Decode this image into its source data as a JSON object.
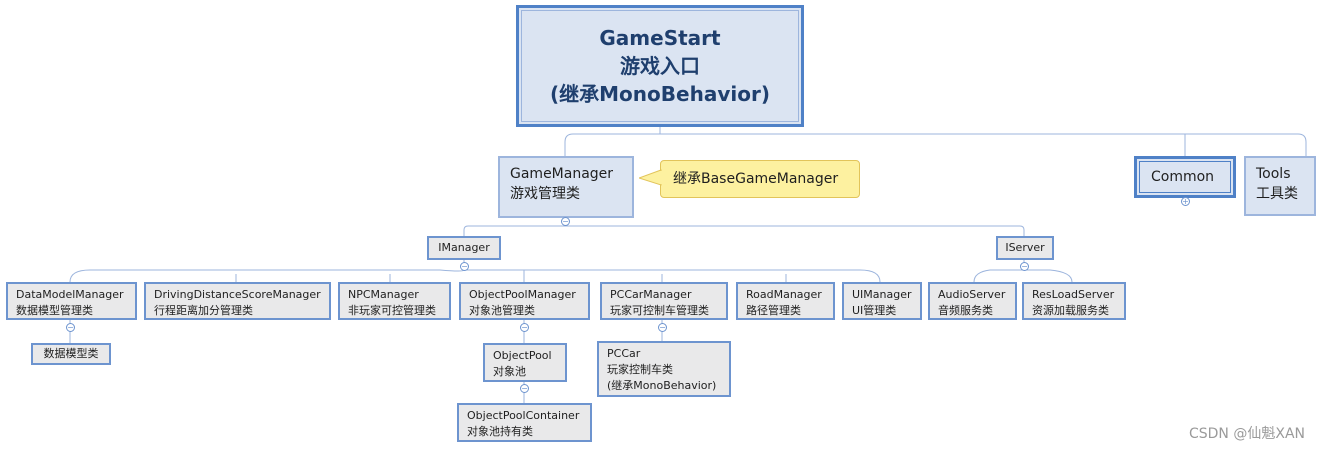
{
  "root": {
    "line1": "GameStart",
    "line2": "游戏入口",
    "line3": "(继承MonoBehavior)"
  },
  "game_manager": {
    "title": "GameManager",
    "subtitle": "游戏管理类"
  },
  "callout": "继承BaseGameManager",
  "common": {
    "title": "Common"
  },
  "tools": {
    "title": "Tools",
    "subtitle": "工具类"
  },
  "imanager": "IManager",
  "iserver": "IServer",
  "managers": [
    {
      "title": "DataModelManager",
      "subtitle": "数据模型管理类"
    },
    {
      "title": "DrivingDistanceScoreManager",
      "subtitle": "行程距离加分管理类"
    },
    {
      "title": "NPCManager",
      "subtitle": "非玩家可控管理类"
    },
    {
      "title": "ObjectPoolManager",
      "subtitle": "对象池管理类"
    },
    {
      "title": "PCCarManager",
      "subtitle": "玩家可控制车管理类"
    },
    {
      "title": "RoadManager",
      "subtitle": "路径管理类"
    },
    {
      "title": "UIManager",
      "subtitle": "UI管理类"
    }
  ],
  "servers": [
    {
      "title": "AudioServer",
      "subtitle": "音频服务类"
    },
    {
      "title": "ResLoadServer",
      "subtitle": "资源加载服务类"
    }
  ],
  "data_model": "数据模型类",
  "object_pool": {
    "title": "ObjectPool",
    "subtitle": "对象池"
  },
  "object_pool_container": {
    "title": "ObjectPoolContainer",
    "subtitle": "对象池持有类"
  },
  "pccar": {
    "title": "PCCar",
    "subtitle": "玩家控制车类",
    "note": "(继承MonoBehavior)"
  },
  "watermark": "CSDN @仙魁XAN",
  "colors": {
    "line": "#6d94cf",
    "node_fill": "#e9e9ea",
    "root_fill": "#dbe4f2",
    "callout_fill": "#fdf1a0"
  },
  "icons": {
    "collapse": "minus-circle-icon",
    "expand": "plus-circle-icon"
  }
}
